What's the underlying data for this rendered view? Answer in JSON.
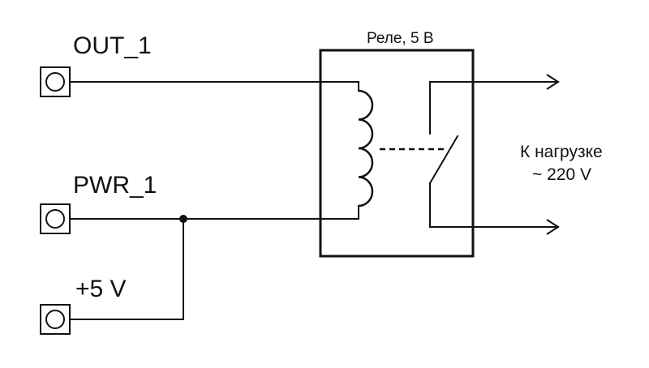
{
  "terminals": {
    "out1": "OUT_1",
    "pwr1": "PWR_1",
    "plus5v": "+5 V"
  },
  "relay": {
    "title": "Реле, 5 В"
  },
  "load": {
    "line1": "К нагрузке",
    "line2": "~ 220 V"
  },
  "colors": {
    "line": "#111111",
    "background": "#ffffff"
  }
}
